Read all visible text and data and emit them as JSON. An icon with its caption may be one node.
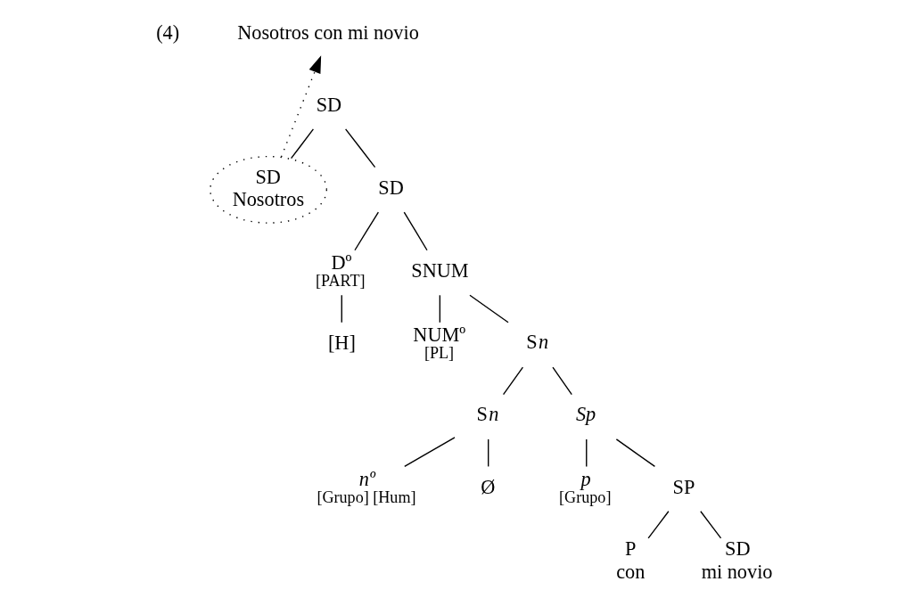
{
  "diagram": {
    "nodes": [
      {
        "text": [
          "Nosotros con mi novio"
        ]
      },
      {
        "text": [
          "SD"
        ]
      },
      {
        "text": [
          "SD",
          "Nosotros"
        ]
      },
      {
        "text": [
          "SD"
        ]
      },
      {
        "text": [
          "Dº",
          "[PART]"
        ]
      },
      {
        "text": [
          "SNUM"
        ]
      },
      {
        "text": [
          "[H]"
        ]
      },
      {
        "text": [
          "NUMº",
          "[PL]"
        ]
      },
      {
        "text": [
          "Sn"
        ]
      },
      {
        "text": [
          "Sn"
        ]
      },
      {
        "text": [
          "Sp"
        ]
      },
      {
        "text": [
          "nº",
          "[Grupo] [Hum]"
        ]
      },
      {
        "text": [
          "Ø"
        ]
      },
      {
        "text": [
          "p",
          "[Grupo]"
        ]
      },
      {
        "text": [
          "SP"
        ]
      },
      {
        "text": [
          "P",
          "con"
        ]
      },
      {
        "text": [
          "SD",
          "mi novio"
        ]
      }
    ],
    "edges": [
      {
        "from": 2,
        "to": 0,
        "arrow": "to",
        "style": "dashed"
      },
      {
        "from": 1,
        "to": 2,
        "arrow": "none"
      },
      {
        "from": 1,
        "to": 3,
        "arrow": "none"
      },
      {
        "from": 3,
        "to": 4,
        "arrow": "none"
      },
      {
        "from": 3,
        "to": 5,
        "arrow": "none"
      },
      {
        "from": 4,
        "to": 6,
        "arrow": "none"
      },
      {
        "from": 5,
        "to": 7,
        "arrow": "none"
      },
      {
        "from": 5,
        "to": 8,
        "arrow": "none"
      },
      {
        "from": 8,
        "to": 9,
        "arrow": "none"
      },
      {
        "from": 8,
        "to": 10,
        "arrow": "none"
      },
      {
        "from": 9,
        "to": 11,
        "arrow": "none"
      },
      {
        "from": 9,
        "to": 12,
        "arrow": "none"
      },
      {
        "from": 10,
        "to": 13,
        "arrow": "none"
      },
      {
        "from": 10,
        "to": 14,
        "arrow": "none"
      },
      {
        "from": 14,
        "to": 15,
        "arrow": "none"
      },
      {
        "from": 14,
        "to": 16,
        "arrow": "none"
      }
    ],
    "labels": [
      "(4)"
    ]
  }
}
